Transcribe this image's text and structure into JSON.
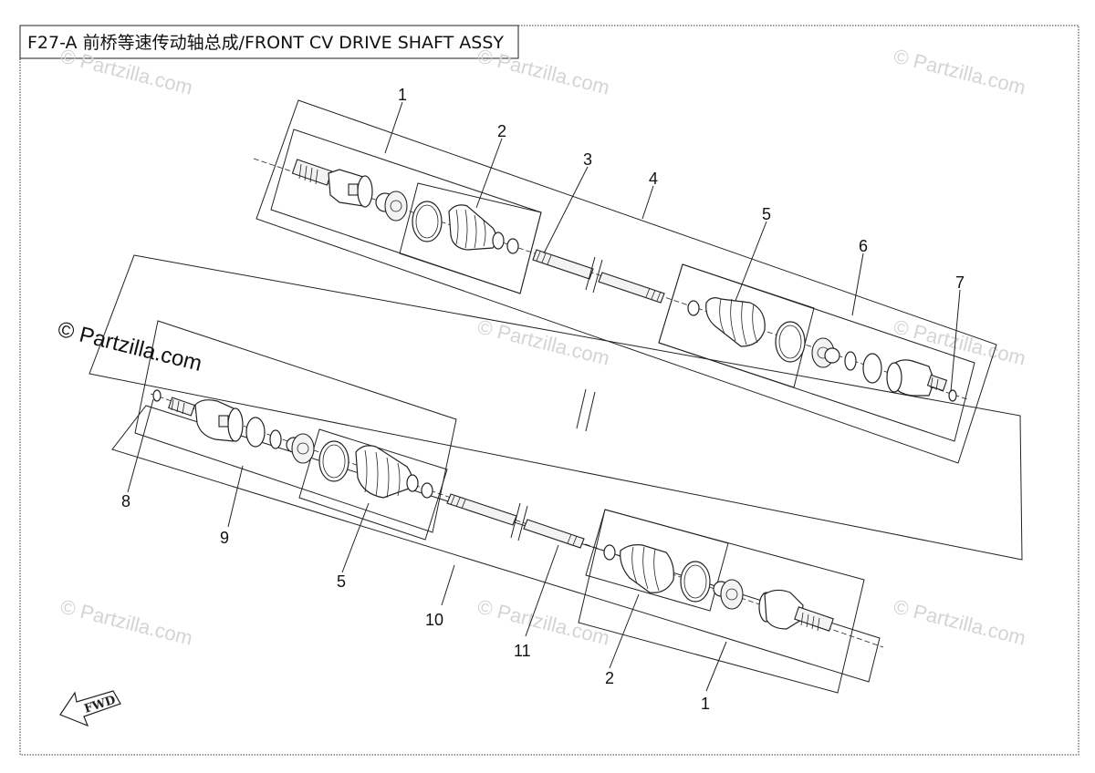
{
  "title": "F27-A  前桥等速传动轴总成/FRONT CV DRIVE SHAFT ASSY",
  "watermark": "© Partzilla.com",
  "forward_arrow_label": "FWD",
  "callouts": {
    "upper_1": "1",
    "upper_2": "2",
    "upper_3": "3",
    "upper_4": "4",
    "upper_5": "5",
    "upper_6": "6",
    "upper_7": "7",
    "lower_8": "8",
    "lower_9": "9",
    "lower_5": "5",
    "lower_10": "10",
    "lower_11": "11",
    "lower_2": "2",
    "lower_1": "1"
  },
  "colors": {
    "line": "#222222",
    "watermark": "#d4d4d4",
    "background": "#ffffff"
  }
}
